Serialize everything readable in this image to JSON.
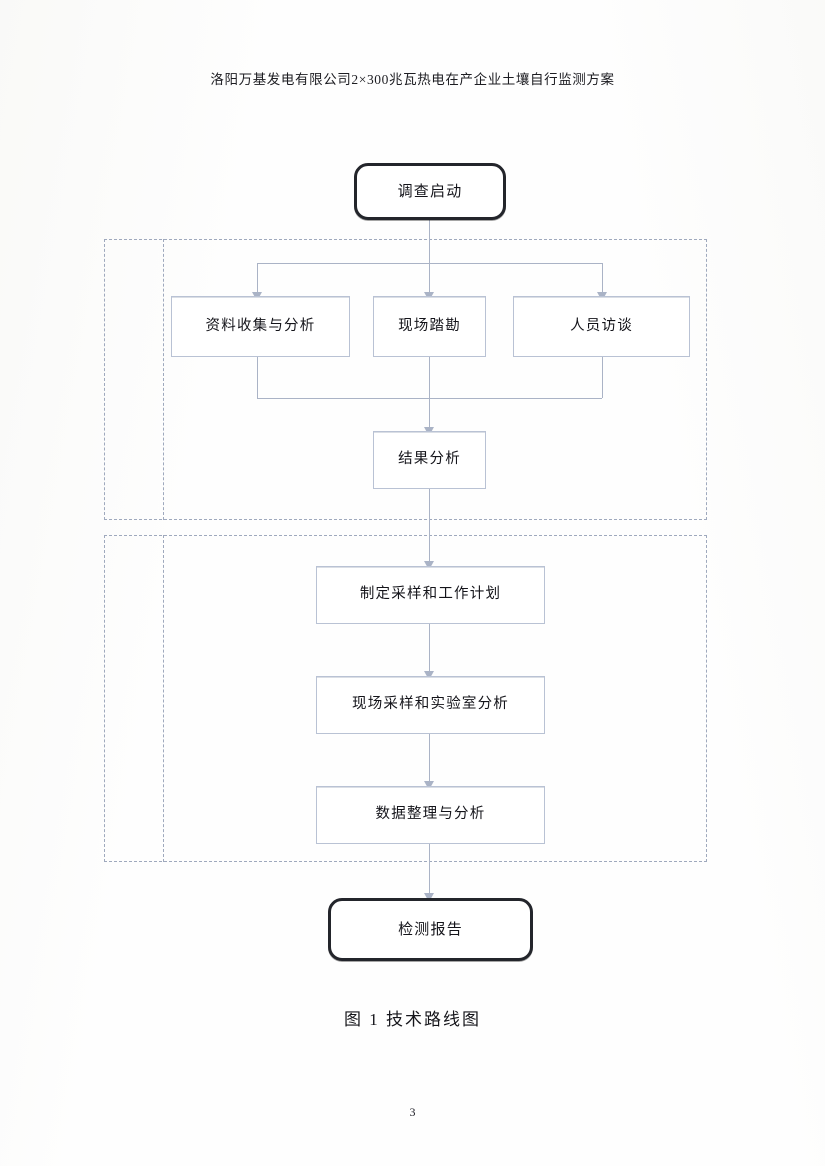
{
  "document": {
    "header_title": "洛阳万基发电有限公司2×300兆瓦热电在产企业土壤自行监测方案",
    "figure_caption": "图 1  技术路线图",
    "page_number": "3"
  },
  "flowchart": {
    "title": "技术路线图",
    "type": "flowchart",
    "colors": {
      "terminal_border": "#23252b",
      "node_border": "#b9c2d4",
      "connector": "#aab3c6",
      "group_border": "#9fa9bd",
      "text": "#14141a",
      "background": "#ffffff"
    },
    "nodes": [
      {
        "id": "start",
        "label": "调查启动",
        "shape": "rounded-terminal"
      },
      {
        "id": "data_collect",
        "label": "资料收集与分析",
        "shape": "rectangle"
      },
      {
        "id": "site_survey",
        "label": "现场踏勘",
        "shape": "rectangle"
      },
      {
        "id": "interview",
        "label": "人员访谈",
        "shape": "rectangle"
      },
      {
        "id": "result_analysis",
        "label": "结果分析",
        "shape": "rectangle"
      },
      {
        "id": "sampling_plan",
        "label": "制定采样和工作计划",
        "shape": "rectangle"
      },
      {
        "id": "field_lab",
        "label": "现场采样和实验室分析",
        "shape": "rectangle"
      },
      {
        "id": "data_process",
        "label": "数据整理与分析",
        "shape": "rectangle"
      },
      {
        "id": "report",
        "label": "检测报告",
        "shape": "rounded-terminal"
      }
    ],
    "edges": [
      {
        "from": "start",
        "to": "data_collect"
      },
      {
        "from": "start",
        "to": "site_survey"
      },
      {
        "from": "start",
        "to": "interview"
      },
      {
        "from": "data_collect",
        "to": "result_analysis"
      },
      {
        "from": "site_survey",
        "to": "result_analysis"
      },
      {
        "from": "interview",
        "to": "result_analysis"
      },
      {
        "from": "result_analysis",
        "to": "sampling_plan"
      },
      {
        "from": "sampling_plan",
        "to": "field_lab"
      },
      {
        "from": "field_lab",
        "to": "data_process"
      },
      {
        "from": "data_process",
        "to": "report"
      }
    ],
    "groups": [
      {
        "id": "phase1",
        "members": [
          "data_collect",
          "site_survey",
          "interview",
          "result_analysis"
        ]
      },
      {
        "id": "phase2",
        "members": [
          "sampling_plan",
          "field_lab",
          "data_process"
        ]
      }
    ]
  }
}
